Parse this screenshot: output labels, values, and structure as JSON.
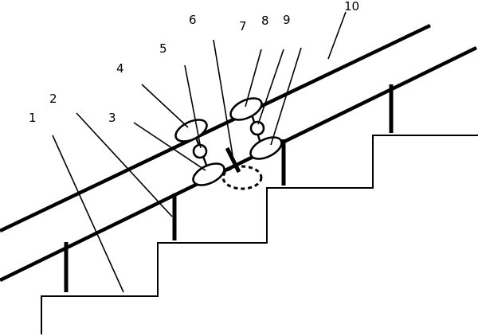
{
  "labels": [
    "1",
    "2",
    "3",
    "4",
    "5",
    "6",
    "7",
    "8",
    "9",
    "10"
  ],
  "colors": {
    "ink": "#000000",
    "background": "#ffffff"
  }
}
